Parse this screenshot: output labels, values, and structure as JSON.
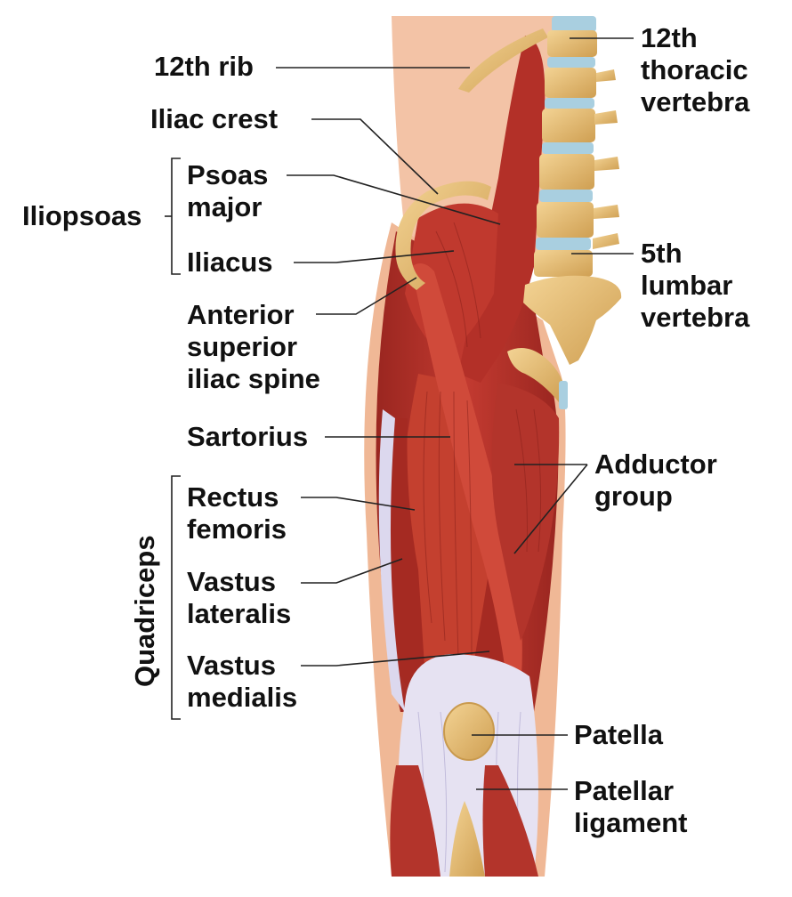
{
  "colors": {
    "muscle": "#b8322a",
    "muscle_dark": "#8e231d",
    "muscle_light": "#d4574a",
    "bone": "#e9c27a",
    "bone_dark": "#c99a4e",
    "disc": "#a9cfe0",
    "skin": "#f3c3a6",
    "tendon": "#dcd8ee",
    "leader": "#222222"
  },
  "labels": {
    "rib12": "12th rib",
    "iliac_crest": "Iliac crest",
    "iliopsoas": "Iliopsoas",
    "psoas_major": [
      "Psoas",
      "major"
    ],
    "iliacus": "Iliacus",
    "asis": [
      "Anterior",
      "superior",
      "iliac spine"
    ],
    "sartorius": "Sartorius",
    "quadriceps": "Quadriceps",
    "rectus_femoris": [
      "Rectus",
      "femoris"
    ],
    "vastus_lateralis": [
      "Vastus",
      "lateralis"
    ],
    "vastus_medialis": [
      "Vastus",
      "medialis"
    ],
    "thoracic12": [
      "12th",
      "thoracic",
      "vertebra"
    ],
    "lumbar5": [
      "5th",
      "lumbar",
      "vertebra"
    ],
    "adductor_group": [
      "Adductor",
      "group"
    ],
    "patella": "Patella",
    "patellar_ligament": [
      "Patellar",
      "ligament"
    ]
  }
}
